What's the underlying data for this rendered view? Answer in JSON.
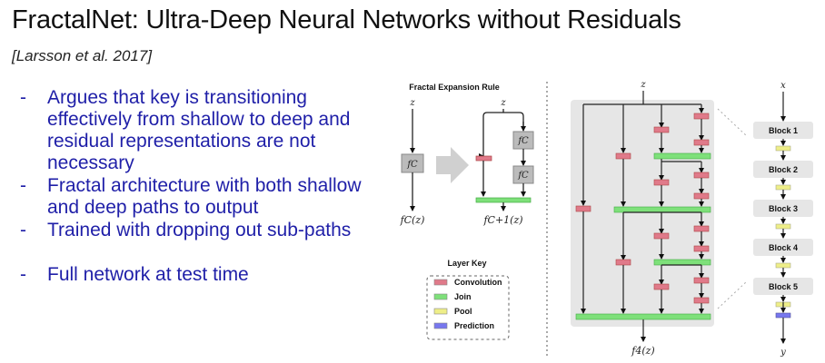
{
  "slide": {
    "title": "FractalNet: Ultra-Deep Neural Networks without Residuals",
    "citation": "[Larsson et al. 2017]",
    "bullets": [
      "Argues that key is transitioning effectively from shallow to deep and residual representations are not necessary",
      "Fractal architecture with both shallow and deep paths to output",
      "Trained with dropping out sub-paths",
      "Full network at test time"
    ],
    "bullet_marker": "-"
  },
  "expansion_rule": {
    "title": "Fractal Expansion Rule",
    "input": "z",
    "block": "fC",
    "output_left": "fC(z)",
    "output_right": "fC+1(z)"
  },
  "layer_key": {
    "title": "Layer Key",
    "items": [
      {
        "label": "Convolution",
        "color": "#e07a8a"
      },
      {
        "label": "Join",
        "color": "#7ee07a"
      },
      {
        "label": "Pool",
        "color": "#eeee88"
      },
      {
        "label": "Prediction",
        "color": "#7777ee"
      }
    ]
  },
  "fractal_block": {
    "input": "z",
    "output": "f4(z)"
  },
  "network": {
    "input": "x",
    "output": "y",
    "blocks": [
      "Block 1",
      "Block 2",
      "Block 3",
      "Block 4",
      "Block 5"
    ]
  },
  "colors": {
    "bullet_text": "#1f1fa8",
    "conv": "#e07a8a",
    "join": "#7ee07a",
    "pool": "#eeee88",
    "prediction": "#7777ee",
    "panel": "#e6e6e6"
  }
}
